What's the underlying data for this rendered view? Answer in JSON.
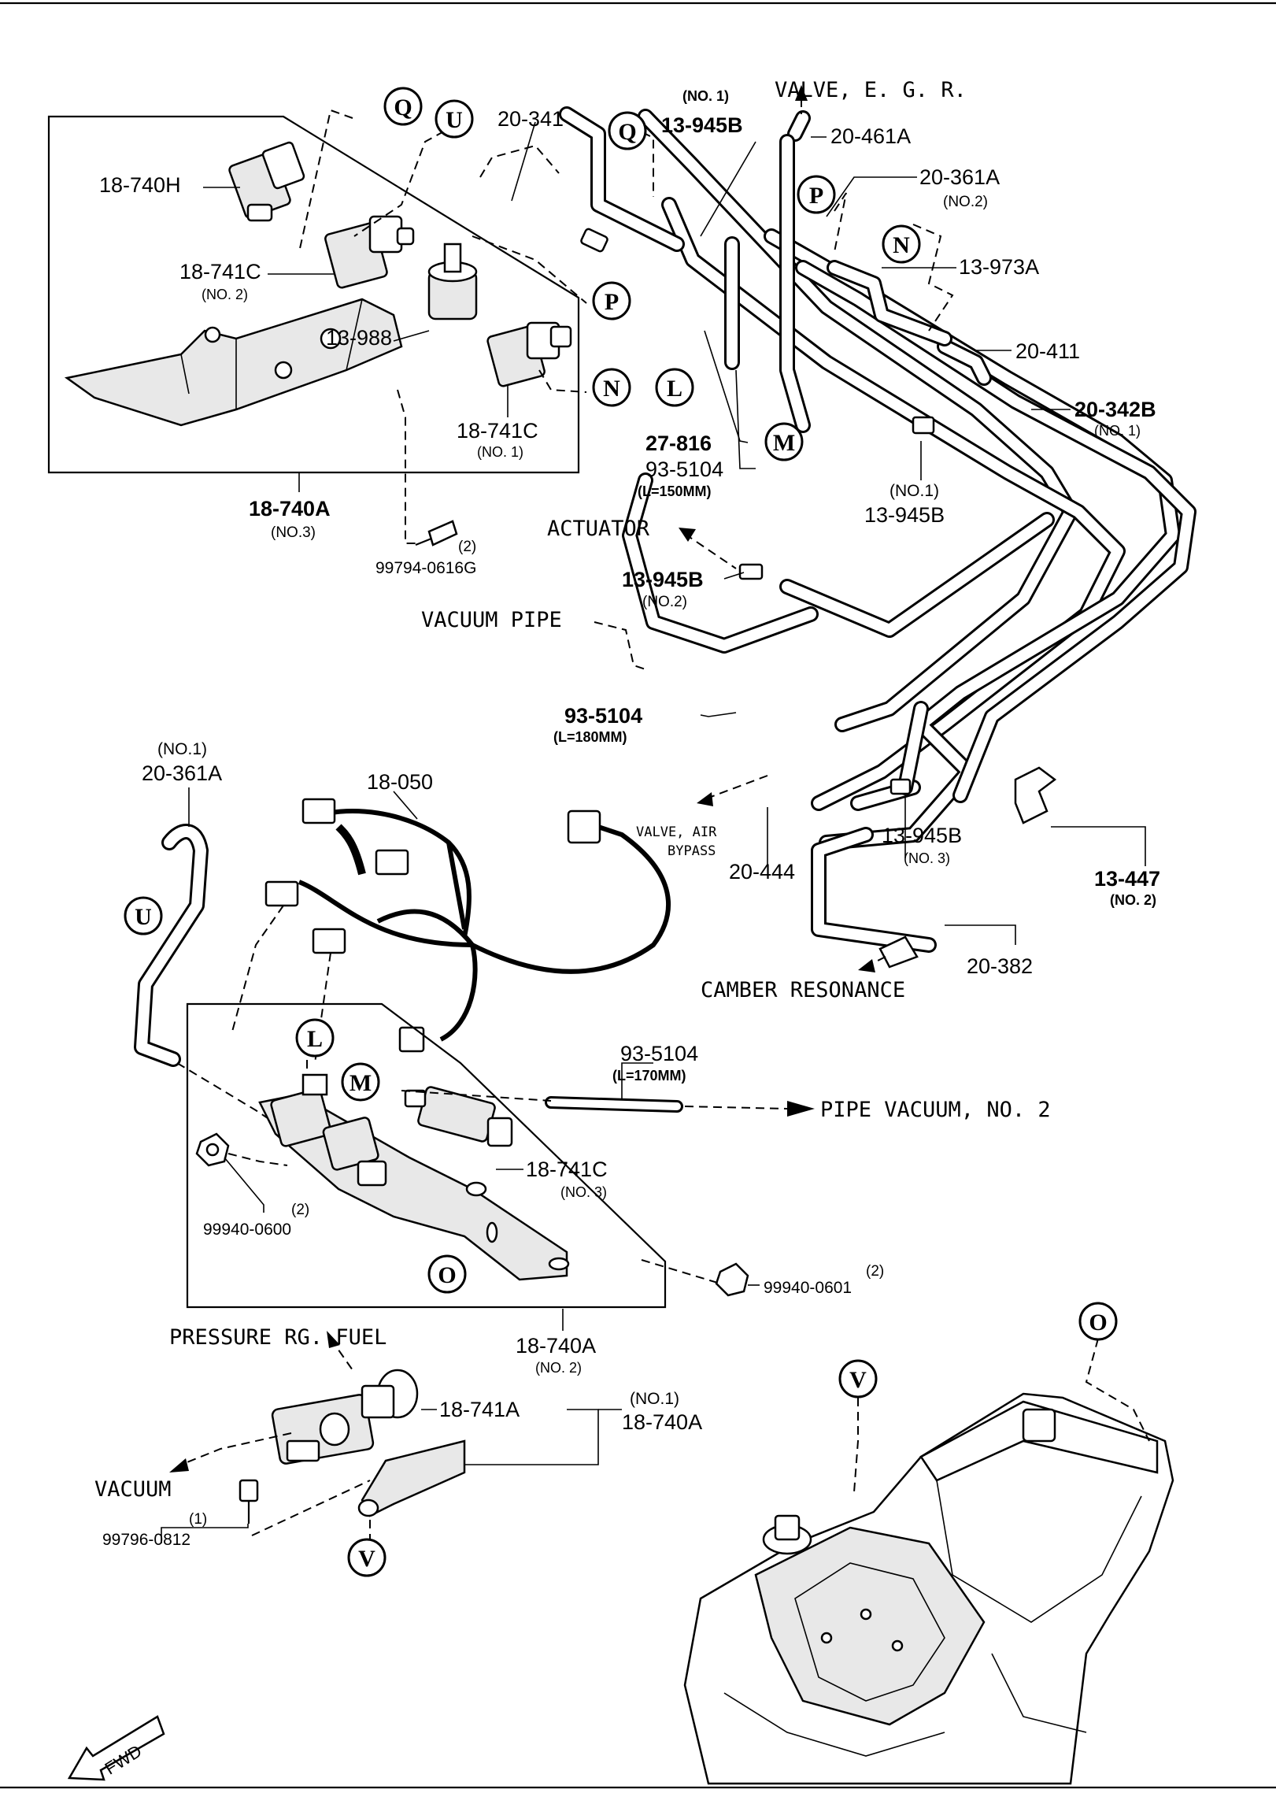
{
  "labels": {
    "p_18_740h": "18-740H",
    "p_18_741c_2": "18-741C",
    "p_18_741c_2_note": "(NO. 2)",
    "p_13_988": "13-988",
    "p_18_741c_1": "18-741C",
    "p_18_741c_1_note": "(NO. 1)",
    "p_18_740a_3": "18-740A",
    "p_18_740a_3_note": "(NO.3)",
    "p_99794": "99794-0616G",
    "p_99794_qty": "(2)",
    "p_20_341": "20-341",
    "p_13_945b_1_note": "(NO. 1)",
    "p_13_945b_1": "13-945B",
    "valve_egr": "VALVE, E. G. R.",
    "p_20_461a": "20-461A",
    "p_20_361a_2": "20-361A",
    "p_20_361a_2_note": "(NO.2)",
    "p_13_973a": "13-973A",
    "p_20_411": "20-411",
    "p_20_342b": "20-342B",
    "p_20_342b_note": "(NO. 1)",
    "p_13_945b_1b_note": "(NO.1)",
    "p_13_945b_1b": "13-945B",
    "p_27_816": "27-816",
    "p_93_5104_a": "93-5104",
    "p_93_5104_a_len": "(L=150MM)",
    "actuator": "ACTUATOR",
    "p_13_945b_2": "13-945B",
    "p_13_945b_2_note": "(NO.2)",
    "vacuum_pipe": "VACUUM PIPE",
    "p_93_5104_b": "93-5104",
    "p_93_5104_b_len": "(L=180MM)",
    "p_20_361a_1_note": "(NO.1)",
    "p_20_361a_1": "20-361A",
    "p_18_050": "18-050",
    "valve_air_bypass_1": "VALVE, AIR",
    "valve_air_bypass_2": "BYPASS",
    "p_20_444": "20-444",
    "p_13_945b_3": "13-945B",
    "p_13_945b_3_note": "(NO. 3)",
    "p_13_447": "13-447",
    "p_13_447_note": "(NO. 2)",
    "p_20_382": "20-382",
    "camber_resonance": "CAMBER RESONANCE",
    "p_93_5104_c": "93-5104",
    "p_93_5104_c_len": "(L=170MM)",
    "pipe_vacuum": "PIPE VACUUM, NO. 2",
    "p_18_741c_3": "18-741C",
    "p_18_741c_3_note": "(NO. 3)",
    "p_99940_0600": "99940-0600",
    "p_99940_0600_qty": "(2)",
    "p_99940_0601": "99940-0601",
    "p_99940_0601_qty": "(2)",
    "p_18_740a_2": "18-740A",
    "p_18_740a_2_note": "(NO. 2)",
    "pressure_rg_fuel": "PRESSURE RG. FUEL",
    "p_18_741a": "18-741A",
    "p_18_740a_1_note": "(NO.1)",
    "p_18_740a_1": "18-740A",
    "vacuum": "VACUUM",
    "p_99796": "99796-0812",
    "p_99796_qty": "(1)",
    "fwd": "FWD"
  },
  "refs": {
    "q1": "Q",
    "u1": "U",
    "q2": "Q",
    "p1": "P",
    "n1": "N",
    "p2": "P",
    "n2": "N",
    "l1": "L",
    "m1": "M",
    "u2": "U",
    "l2": "L",
    "m2": "M",
    "o1": "O",
    "v1": "V",
    "o2": "O",
    "v2": "V"
  }
}
